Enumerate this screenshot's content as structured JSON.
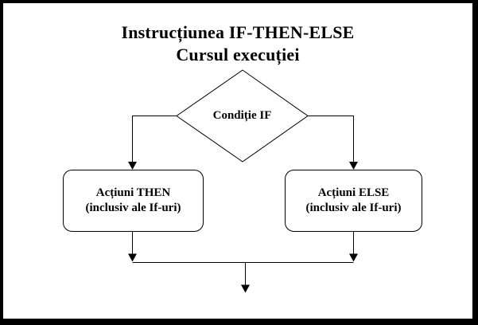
{
  "title": {
    "line1": "Instrucțiunea IF-THEN-ELSE",
    "line2": "Cursul execuției"
  },
  "nodes": {
    "condition": {
      "label": "Condiție IF",
      "shape": "diamond"
    },
    "then_box": {
      "line1": "Acțiuni THEN",
      "line2": "(inclusiv ale If-uri)",
      "shape": "rounded-rectangle"
    },
    "else_box": {
      "line1": "Acțiuni ELSE",
      "line2": "(inclusiv ale If-uri)",
      "shape": "rounded-rectangle"
    }
  },
  "colors": {
    "background": "#ffffff",
    "line": "#000000",
    "text": "#000000",
    "border": "#000000"
  }
}
